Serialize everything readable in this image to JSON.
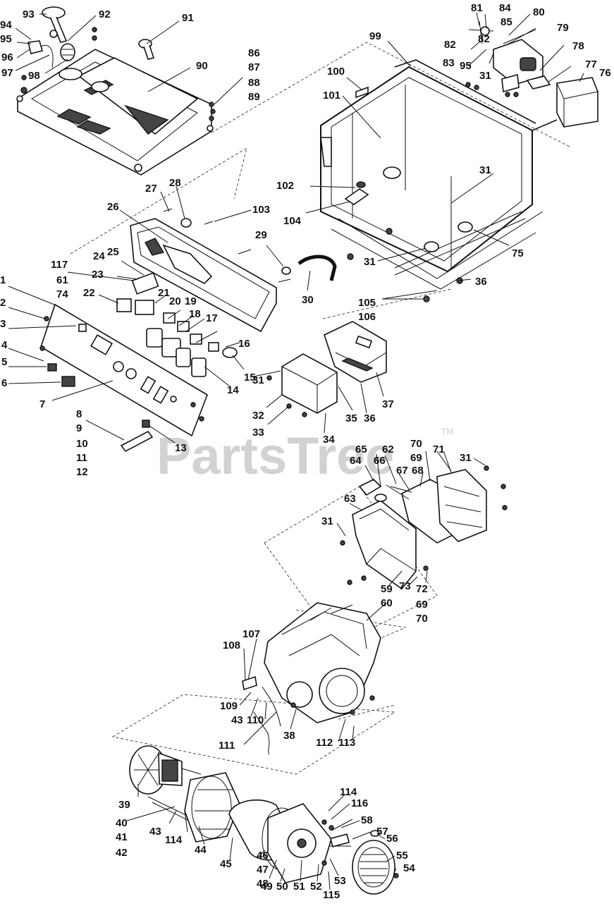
{
  "watermark": {
    "brand": "PartsTree",
    "tm": "TM"
  },
  "callouts": [
    {
      "id": "c93",
      "text": "93"
    },
    {
      "id": "c92",
      "text": "92"
    },
    {
      "id": "c91",
      "text": "91"
    },
    {
      "id": "c94",
      "text": "94"
    },
    {
      "id": "c95a",
      "text": "95"
    },
    {
      "id": "c96",
      "text": "96"
    },
    {
      "id": "c97",
      "text": "97"
    },
    {
      "id": "c98",
      "text": "98"
    },
    {
      "id": "c90",
      "text": "90"
    },
    {
      "id": "c86",
      "text": "86"
    },
    {
      "id": "c87",
      "text": "87"
    },
    {
      "id": "c88",
      "text": "88"
    },
    {
      "id": "c89",
      "text": "89"
    },
    {
      "id": "c81",
      "text": "81"
    },
    {
      "id": "c84",
      "text": "84"
    },
    {
      "id": "c80",
      "text": "80"
    },
    {
      "id": "c85",
      "text": "85"
    },
    {
      "id": "c79",
      "text": "79"
    },
    {
      "id": "c82a",
      "text": "82"
    },
    {
      "id": "c82b",
      "text": "82"
    },
    {
      "id": "c83",
      "text": "83"
    },
    {
      "id": "c95b",
      "text": "95"
    },
    {
      "id": "c78",
      "text": "78"
    },
    {
      "id": "c77",
      "text": "77"
    },
    {
      "id": "c76",
      "text": "76"
    },
    {
      "id": "c99",
      "text": "99"
    },
    {
      "id": "c100",
      "text": "100"
    },
    {
      "id": "c31a",
      "text": "31"
    },
    {
      "id": "c101",
      "text": "101"
    },
    {
      "id": "c31b",
      "text": "31"
    },
    {
      "id": "c102",
      "text": "102"
    },
    {
      "id": "c104",
      "text": "104"
    },
    {
      "id": "c31c",
      "text": "31"
    },
    {
      "id": "c75",
      "text": "75"
    },
    {
      "id": "c36a",
      "text": "36"
    },
    {
      "id": "c105",
      "text": "105"
    },
    {
      "id": "c106",
      "text": "106"
    },
    {
      "id": "c27",
      "text": "27"
    },
    {
      "id": "c28",
      "text": "28"
    },
    {
      "id": "c26",
      "text": "26"
    },
    {
      "id": "c103",
      "text": "103"
    },
    {
      "id": "c29",
      "text": "29"
    },
    {
      "id": "c30",
      "text": "30"
    },
    {
      "id": "c117",
      "text": "117"
    },
    {
      "id": "c61",
      "text": "61"
    },
    {
      "id": "c74",
      "text": "74"
    },
    {
      "id": "c25",
      "text": "25"
    },
    {
      "id": "c24",
      "text": "24"
    },
    {
      "id": "c23",
      "text": "23"
    },
    {
      "id": "c22",
      "text": "22"
    },
    {
      "id": "c21",
      "text": "21"
    },
    {
      "id": "c20",
      "text": "20"
    },
    {
      "id": "c19",
      "text": "19"
    },
    {
      "id": "c18",
      "text": "18"
    },
    {
      "id": "c17",
      "text": "17"
    },
    {
      "id": "c1",
      "text": "1"
    },
    {
      "id": "c2",
      "text": "2"
    },
    {
      "id": "c3",
      "text": "3"
    },
    {
      "id": "c4",
      "text": "4"
    },
    {
      "id": "c5",
      "text": "5"
    },
    {
      "id": "c6",
      "text": "6"
    },
    {
      "id": "c7",
      "text": "7"
    },
    {
      "id": "c16",
      "text": "16"
    },
    {
      "id": "c15",
      "text": "15"
    },
    {
      "id": "c14",
      "text": "14"
    },
    {
      "id": "c8",
      "text": "8"
    },
    {
      "id": "c9",
      "text": "9"
    },
    {
      "id": "c10",
      "text": "10"
    },
    {
      "id": "c11",
      "text": "11"
    },
    {
      "id": "c12",
      "text": "12"
    },
    {
      "id": "c13",
      "text": "13"
    },
    {
      "id": "c31d",
      "text": "31"
    },
    {
      "id": "c32",
      "text": "32"
    },
    {
      "id": "c33",
      "text": "33"
    },
    {
      "id": "c34",
      "text": "34"
    },
    {
      "id": "c35",
      "text": "35"
    },
    {
      "id": "c36b",
      "text": "36"
    },
    {
      "id": "c37",
      "text": "37"
    },
    {
      "id": "c70a",
      "text": "70"
    },
    {
      "id": "c65",
      "text": "65"
    },
    {
      "id": "c62",
      "text": "62"
    },
    {
      "id": "c69a",
      "text": "69"
    },
    {
      "id": "c71",
      "text": "71"
    },
    {
      "id": "c31e",
      "text": "31"
    },
    {
      "id": "c64",
      "text": "64"
    },
    {
      "id": "c66",
      "text": "66"
    },
    {
      "id": "c67",
      "text": "67"
    },
    {
      "id": "c68",
      "text": "68"
    },
    {
      "id": "c63",
      "text": "63"
    },
    {
      "id": "c31f",
      "text": "31"
    },
    {
      "id": "c59",
      "text": "59"
    },
    {
      "id": "c73",
      "text": "73"
    },
    {
      "id": "c72",
      "text": "72"
    },
    {
      "id": "c60",
      "text": "60"
    },
    {
      "id": "c69b",
      "text": "69"
    },
    {
      "id": "c70b",
      "text": "70"
    },
    {
      "id": "c107",
      "text": "107"
    },
    {
      "id": "c108",
      "text": "108"
    },
    {
      "id": "c109",
      "text": "109"
    },
    {
      "id": "c43a",
      "text": "43"
    },
    {
      "id": "c110",
      "text": "110"
    },
    {
      "id": "c38",
      "text": "38"
    },
    {
      "id": "c112",
      "text": "112"
    },
    {
      "id": "c113",
      "text": "113"
    },
    {
      "id": "c111",
      "text": "111"
    },
    {
      "id": "c39",
      "text": "39"
    },
    {
      "id": "c40",
      "text": "40"
    },
    {
      "id": "c41",
      "text": "41"
    },
    {
      "id": "c42",
      "text": "42"
    },
    {
      "id": "c43b",
      "text": "43"
    },
    {
      "id": "c114a",
      "text": "114"
    },
    {
      "id": "c44",
      "text": "44"
    },
    {
      "id": "c45",
      "text": "45"
    },
    {
      "id": "c46",
      "text": "46"
    },
    {
      "id": "c47",
      "text": "47"
    },
    {
      "id": "c48",
      "text": "48"
    },
    {
      "id": "c114b",
      "text": "114"
    },
    {
      "id": "c116",
      "text": "116"
    },
    {
      "id": "c58",
      "text": "58"
    },
    {
      "id": "c57",
      "text": "57"
    },
    {
      "id": "c56",
      "text": "56"
    },
    {
      "id": "c55",
      "text": "55"
    },
    {
      "id": "c54",
      "text": "54"
    },
    {
      "id": "c49",
      "text": "49"
    },
    {
      "id": "c50",
      "text": "50"
    },
    {
      "id": "c51",
      "text": "51"
    },
    {
      "id": "c52",
      "text": "52"
    },
    {
      "id": "c53",
      "text": "53"
    },
    {
      "id": "c115",
      "text": "115"
    }
  ]
}
